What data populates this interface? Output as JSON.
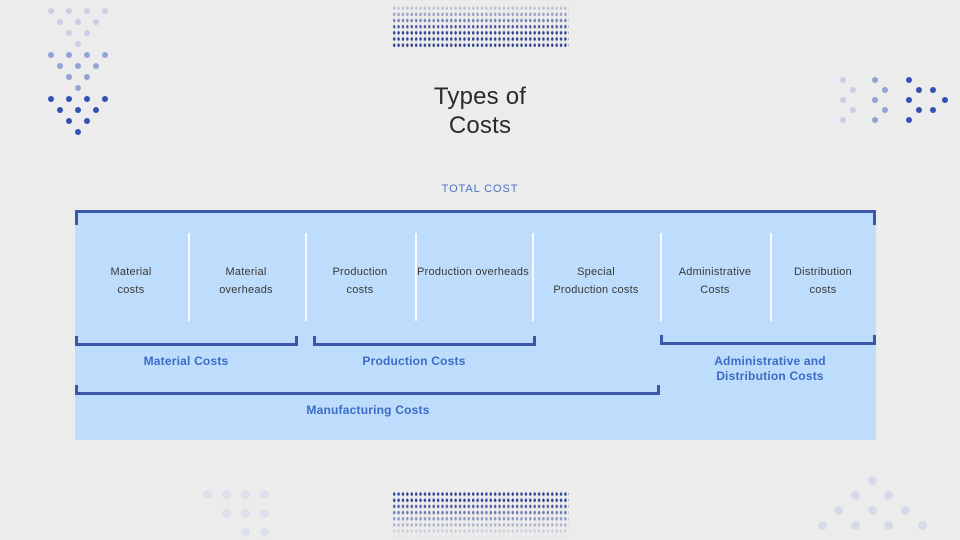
{
  "slide": {
    "title_line1": "Types of",
    "title_line2": "Costs"
  },
  "diagram": {
    "total_label": "TOTAL COST",
    "columns": [
      {
        "line1": "Material",
        "line2": "costs"
      },
      {
        "line1": "Material",
        "line2": "overheads"
      },
      {
        "line1": "Production",
        "line2": "costs"
      },
      {
        "line1": "Production overheads",
        "line2": ""
      },
      {
        "line1": "Special",
        "line2": "Production costs"
      },
      {
        "line1": "Administrative",
        "line2": "Costs"
      },
      {
        "line1": "Distribution",
        "line2": "costs"
      }
    ],
    "groups": {
      "material": {
        "label": "Material Costs"
      },
      "production": {
        "label": "Production Costs"
      },
      "admin_distribution": {
        "line1": "Administrative and",
        "line2": "Distribution Costs"
      },
      "manufacturing": {
        "label": "Manufacturing Costs"
      }
    }
  },
  "colors": {
    "background": "#ececec",
    "box_fill": "#bedcfb",
    "accent_blue": "#3a57a8",
    "group_label_blue": "#3b6cc5",
    "total_label_blue": "#4a72c6",
    "column_text": "#3a3a3a",
    "title_text": "#2b2b2b",
    "dot_navy": "#2d4191"
  }
}
